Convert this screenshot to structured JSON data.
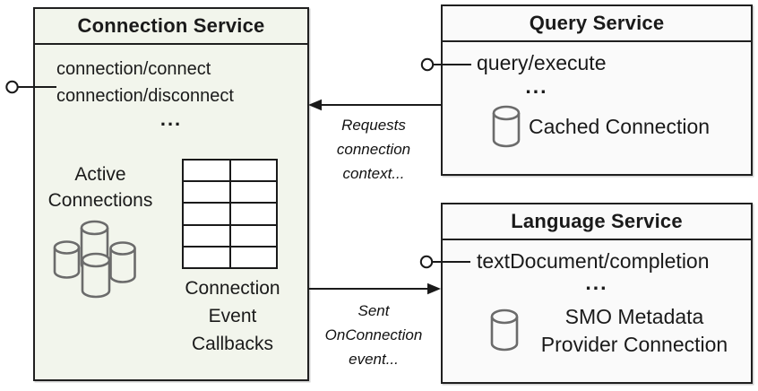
{
  "connection_service": {
    "title": "Connection Service",
    "method_1": "connection/connect",
    "method_2": "connection/disconnect",
    "ellipsis": "...",
    "active_line_1": "Active",
    "active_line_2": "Connections",
    "callbacks_line_1": "Connection",
    "callbacks_line_2": "Event",
    "callbacks_line_3": "Callbacks"
  },
  "query_service": {
    "title": "Query Service",
    "method_1": "query/execute",
    "ellipsis": "...",
    "cached_label": "Cached Connection"
  },
  "language_service": {
    "title": "Language Service",
    "method_1": "textDocument/completion",
    "ellipsis": "...",
    "smo_line_1": "SMO Metadata",
    "smo_line_2": "Provider Connection"
  },
  "arrows": {
    "requests_line_1": "Requests",
    "requests_line_2": "connection",
    "requests_line_3": "context...",
    "sent_line_1": "Sent",
    "sent_line_2": "OnConnection",
    "sent_line_3": "event..."
  },
  "colors": {
    "connection_box_fill": "#f2f5ec",
    "service_box_fill": "#fafafa",
    "border": "#1f1f1f",
    "cylinder_stroke": "#6b6b6b",
    "text": "#1a1a1a"
  }
}
